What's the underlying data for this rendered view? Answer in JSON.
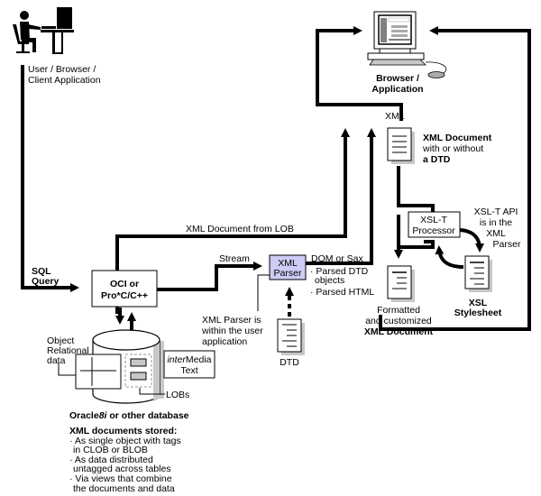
{
  "labels": {
    "user": [
      "User / Browser /",
      "Client Application"
    ],
    "browser": [
      "Browser /",
      "Application"
    ],
    "xml_top": "XML",
    "xml_document": [
      "XML Document",
      "with or without",
      "a DTD"
    ],
    "xml_doc_from_lob": "XML Document from LOB",
    "sql_query": [
      "SQL",
      "Query"
    ],
    "oci": [
      "OCI or",
      "Pro*C/C++"
    ],
    "stream": "Stream",
    "xml_parser": [
      "XML",
      "Parser"
    ],
    "dom_or_sax": "DOM or Sax",
    "parsed_items": [
      "· Parsed DTD",
      "objects",
      "· Parsed HTML"
    ],
    "parser_note": [
      "XML Parser is",
      "within the user",
      "application"
    ],
    "dtd": "DTD",
    "xslt_processor": [
      "XSL-T",
      "Processor"
    ],
    "xslt_api_note": [
      "XSL-T API",
      "is in the",
      "XML",
      "Parser"
    ],
    "xsl_stylesheet": [
      "XSL",
      "Stylesheet"
    ],
    "formatted_doc": [
      "Formatted",
      "and customized",
      "XML Document"
    ],
    "object_relational": [
      "Object",
      "Relational",
      "data"
    ],
    "intermedia": {
      "italic": "inter",
      "rest": "Media",
      "line2": "Text"
    },
    "lobs": "LOBs",
    "database": {
      "name": "Oracle",
      "version": "8i",
      "rest": " or other database"
    },
    "stored_heading": "XML documents stored:",
    "stored_items": [
      "· As single object with tags",
      "in CLOB or BLOB",
      "· As data distributed",
      "untagged across tables",
      "· Via views that combine",
      "the documents and data"
    ]
  },
  "colors": {
    "line": "#000000",
    "parser_fill": "#ccccf5",
    "shadow": "#c8c8c8",
    "screen_gray": "#808080"
  },
  "icons": [
    "user-at-desk-icon",
    "computer-monitor-icon",
    "mouse-icon",
    "document-icon",
    "database-cylinder-icon"
  ]
}
